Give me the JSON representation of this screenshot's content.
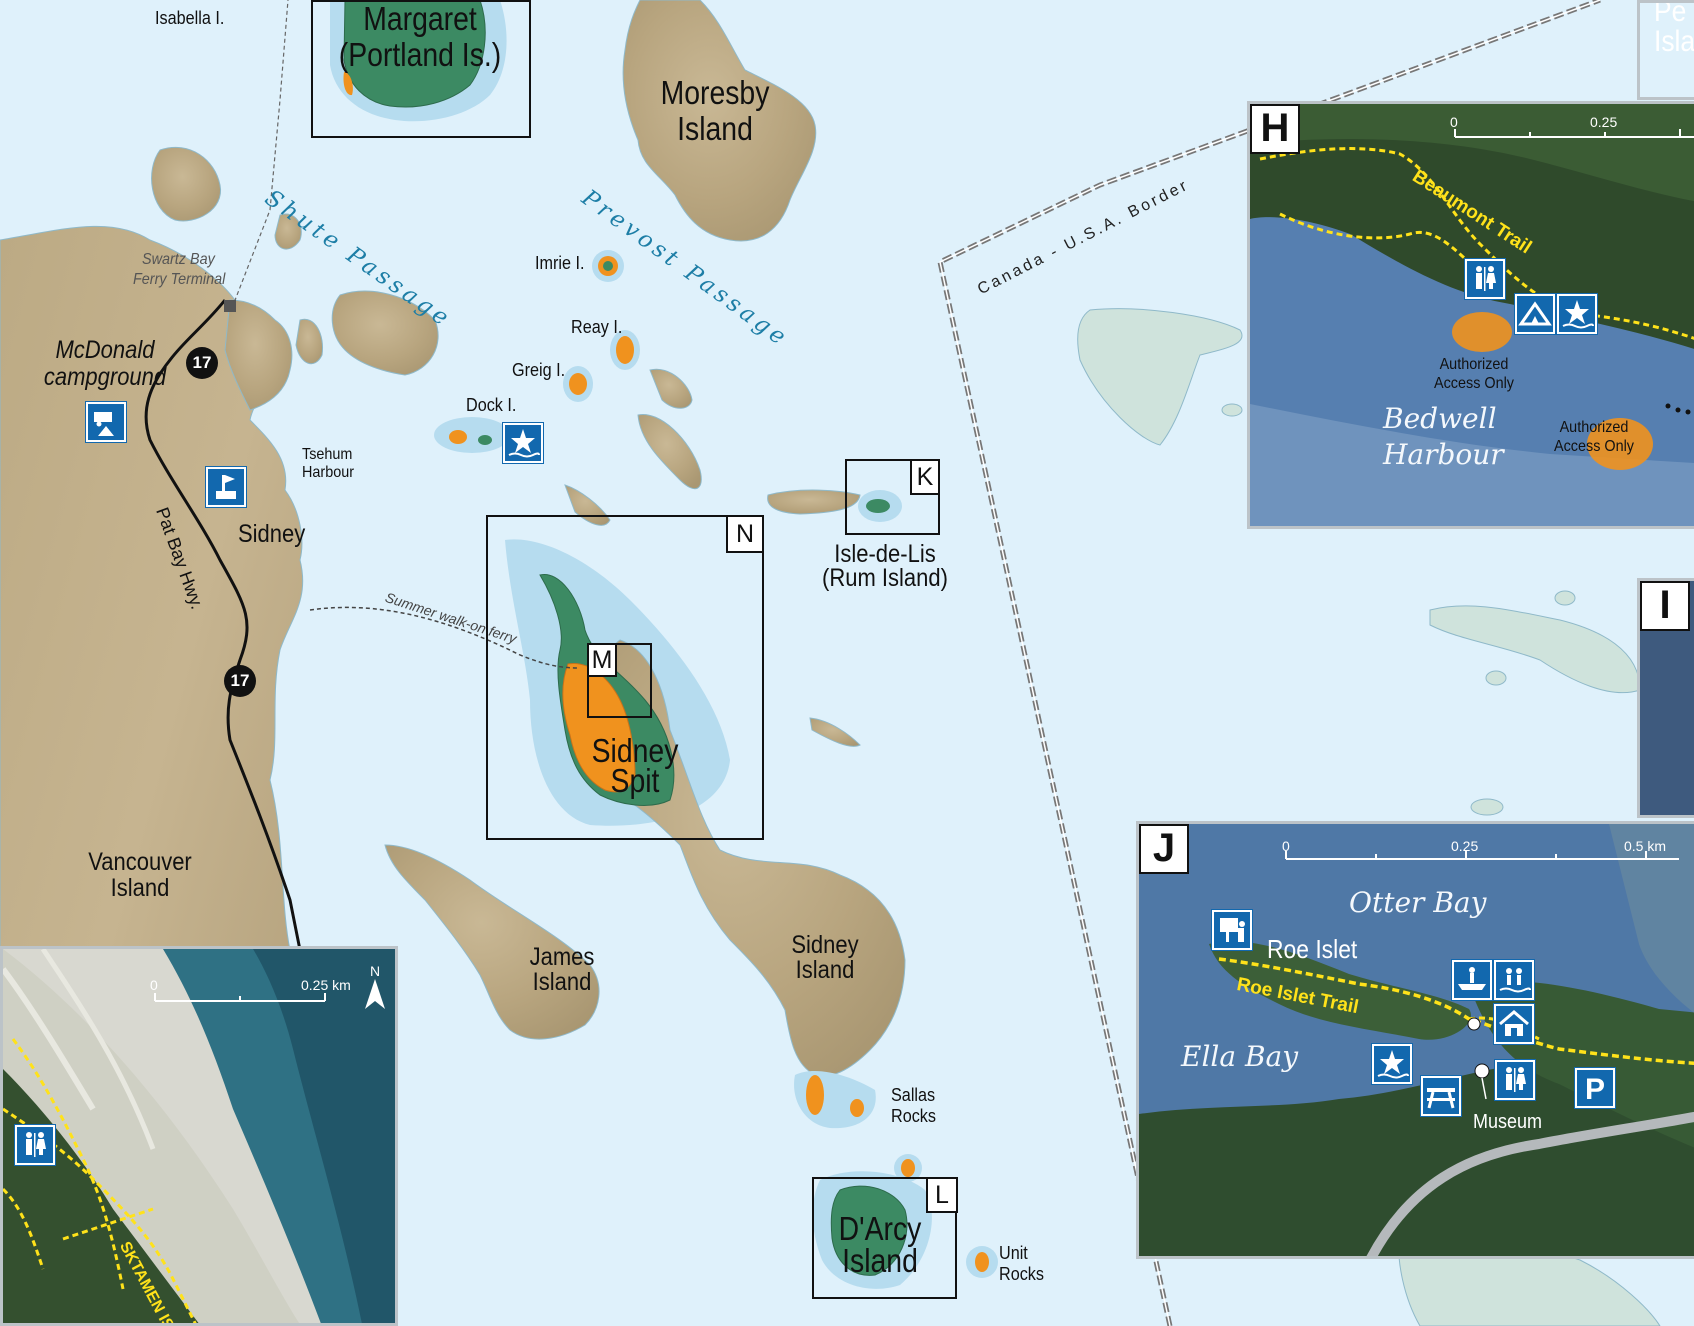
{
  "labels": {
    "isabella": "Isabella I.",
    "margaret_1": "Margaret",
    "margaret_2": "(Portland Is.)",
    "moresby_1": "Moresby",
    "moresby_2": "Island",
    "shute": "Shute Passage",
    "prevost": "Prevost Passage",
    "swartz_1": "Swartz Bay",
    "swartz_2": "Ferry Terminal",
    "mcdonald_1": "McDonald",
    "mcdonald_2": "campground",
    "imrie": "Imrie I.",
    "reay": "Reay I.",
    "greig": "Greig I.",
    "dock": "Dock I.",
    "tsehum_1": "Tsehum",
    "tsehum_2": "Harbour",
    "sidney_town": "Sidney",
    "pat_bay": "Pat Bay Hwy.",
    "walk_ferry": "Summer walk-on ferry",
    "isle_de_lis_1": "Isle-de-Lis",
    "isle_de_lis_2": "(Rum Island)",
    "sidney_spit_1": "Sidney",
    "sidney_spit_2": "Spit",
    "vancouver_1": "Vancouver",
    "vancouver_2": "Island",
    "james_1": "James",
    "james_2": "Island",
    "sidney_island_1": "Sidney",
    "sidney_island_2": "Island",
    "sallas_1": "Sallas",
    "sallas_2": "Rocks",
    "darcy_1": "D'Arcy",
    "darcy_2": "Island",
    "unit_1": "Unit",
    "unit_2": "Rocks",
    "border": "Canada - U.S.A. Border",
    "partial_top_1": "Pe",
    "partial_top_2": "Isla"
  },
  "highway": {
    "number": "17"
  },
  "boxes": {
    "margaret": "",
    "k": "K",
    "n": "N",
    "m": "M",
    "l": "L"
  },
  "insets": {
    "h": {
      "letter": "H",
      "trail": "Beaumont Trail",
      "water_1": "Bedwell",
      "water_2": "Harbour",
      "auth_1": "Authorized",
      "auth_2": "Access Only",
      "auth_b1": "Authorized",
      "auth_b2": "Access Only",
      "scale_0": "0",
      "scale_1": "0.25"
    },
    "i": {
      "letter": "I"
    },
    "j": {
      "letter": "J",
      "bay_top": "Otter  Bay",
      "bay_left": "Ella Bay",
      "islet": "Roe Islet",
      "trail": "Roe Islet Trail",
      "museum": "Museum",
      "scale_0": "0",
      "scale_1": "0.25",
      "scale_2": "0.5 km"
    },
    "sw": {
      "scale_0": "0",
      "scale_1": "0.25 km",
      "north": "N",
      "trail": "SKTAMEN ISK"
    }
  },
  "colors": {
    "water": "#dff1fb",
    "land": "#c3b08c",
    "park_green": "#3c8a63",
    "reserve_orange": "#f0921e",
    "shallow": "#b6dcef",
    "icon_blue": "#1268ae"
  }
}
